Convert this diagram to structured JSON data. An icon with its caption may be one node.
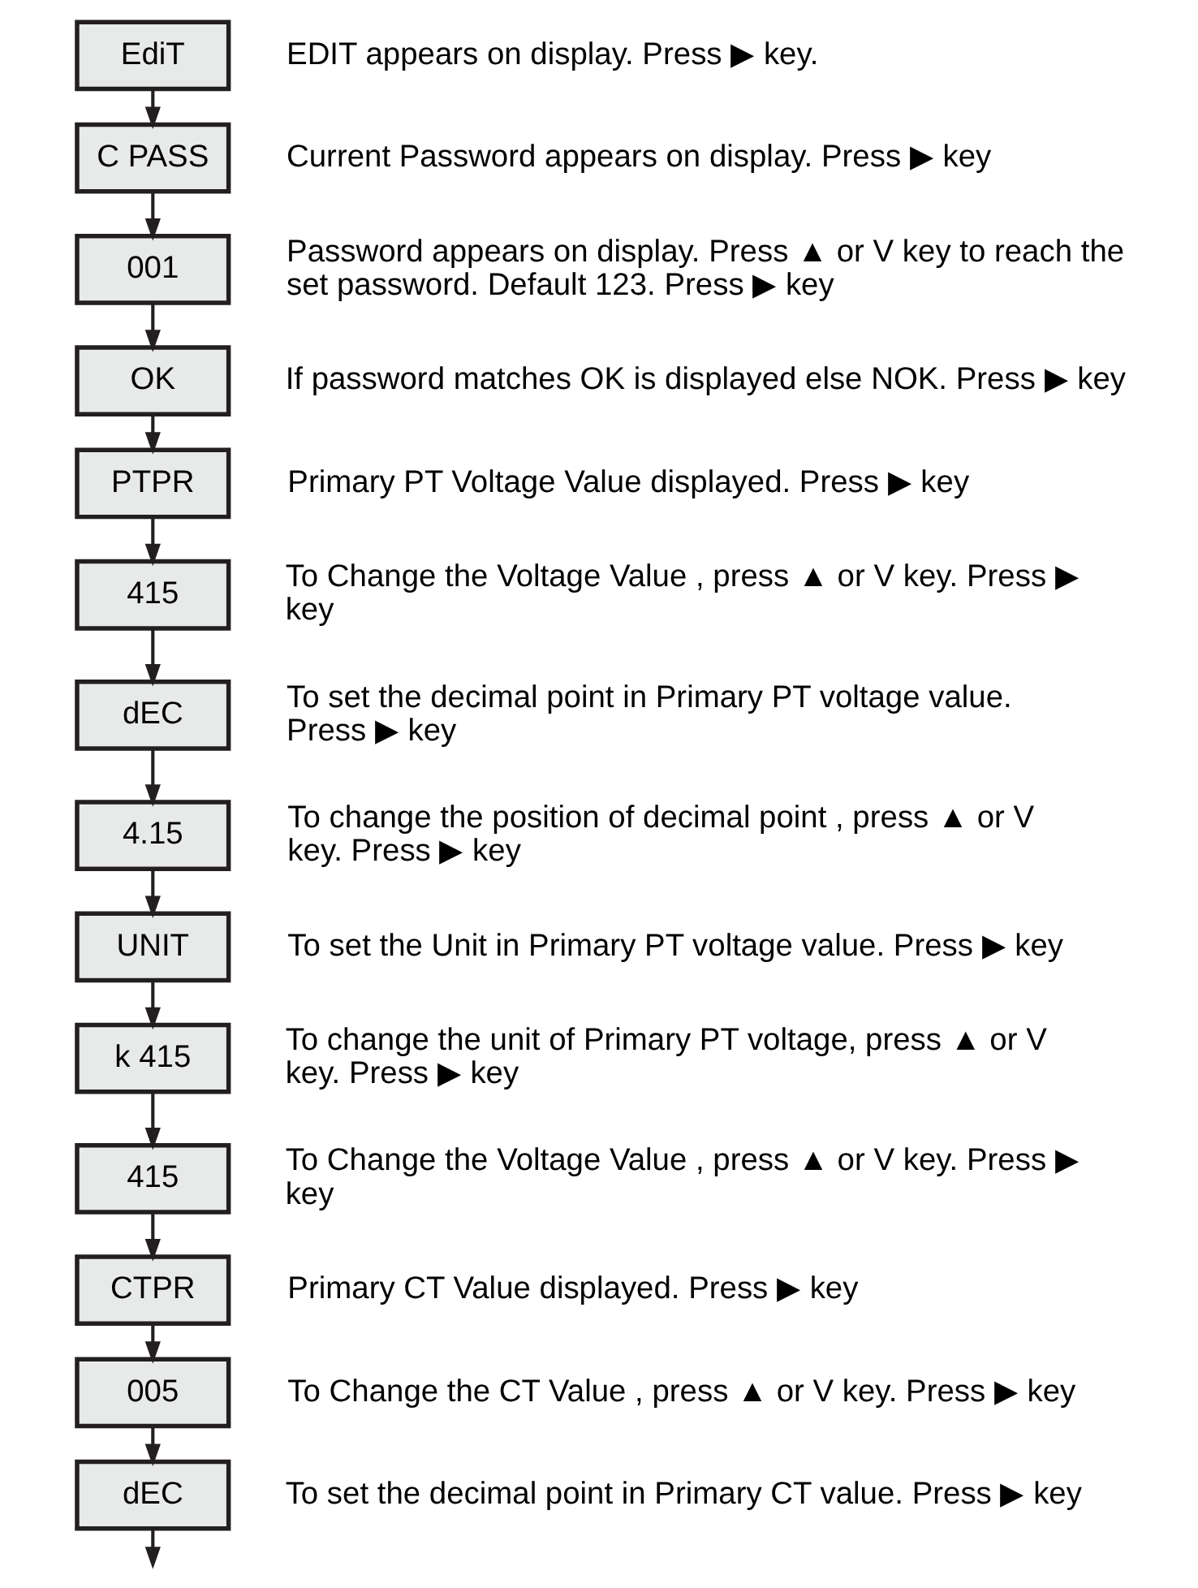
{
  "diagram": {
    "nodes": [
      {
        "text": [
          "EdiT"
        ],
        "beside": [
          "EDIT appears on display. Press ▶ key."
        ]
      },
      {
        "text": [
          "C PASS"
        ],
        "beside": [
          "Current Password appears on display. Press ▶ key"
        ]
      },
      {
        "text": [
          "001"
        ],
        "beside": [
          "Password appears on display. Press ▲ or V key to reach the set password. Default 123. Press ▶ key"
        ]
      },
      {
        "text": [
          "OK"
        ],
        "beside": [
          "If password matches OK is displayed else NOK. Press ▶ key"
        ]
      },
      {
        "text": [
          "PTPR"
        ],
        "beside": [
          "Primary PT Voltage Value displayed. Press ▶ key"
        ]
      },
      {
        "text": [
          "415"
        ],
        "beside": [
          "To Change the Voltage Value , press ▲ or V key. Press ▶ key"
        ]
      },
      {
        "text": [
          "dEC"
        ],
        "beside": [
          "To set the decimal point in Primary PT voltage value. Press ▶ key"
        ]
      },
      {
        "text": [
          "4.15"
        ],
        "beside": [
          "To change the position of decimal point , press ▲ or V key. Press ▶ key"
        ]
      },
      {
        "text": [
          "UNIT"
        ],
        "beside": [
          "To set the Unit in Primary PT voltage value. Press ▶ key"
        ]
      },
      {
        "text": [
          "k 415"
        ],
        "beside": [
          "To change the unit of Primary PT voltage, press ▲ or V key. Press ▶ key"
        ]
      },
      {
        "text": [
          "415"
        ],
        "beside": [
          "To Change the Voltage Value , press ▲ or V key. Press ▶ key"
        ]
      },
      {
        "text": [
          "CTPR"
        ],
        "beside": [
          "Primary CT Value displayed. Press ▶ key"
        ]
      },
      {
        "text": [
          "005"
        ],
        "beside": [
          "To Change the CT Value , press ▲ or V key. Press ▶ key"
        ]
      },
      {
        "text": [
          "dEC"
        ],
        "beside": [
          "To set the decimal point in Primary CT value. Press ▶ key"
        ]
      }
    ],
    "edges": [
      {
        "from": 0,
        "to": 1,
        "arrow": "to"
      },
      {
        "from": 1,
        "to": 2,
        "arrow": "to"
      },
      {
        "from": 2,
        "to": 3,
        "arrow": "to"
      },
      {
        "from": 3,
        "to": 4,
        "arrow": "to"
      },
      {
        "from": 4,
        "to": 5,
        "arrow": "to"
      },
      {
        "from": 5,
        "to": 6,
        "arrow": "to"
      },
      {
        "from": 6,
        "to": 7,
        "arrow": "to"
      },
      {
        "from": 7,
        "to": 8,
        "arrow": "to"
      },
      {
        "from": 8,
        "to": 9,
        "arrow": "to"
      },
      {
        "from": 9,
        "to": 10,
        "arrow": "to"
      },
      {
        "from": 10,
        "to": 11,
        "arrow": "to"
      },
      {
        "from": 11,
        "to": 12,
        "arrow": "to"
      },
      {
        "from": 12,
        "to": 13,
        "arrow": "to"
      },
      {
        "from": 13,
        "to": null,
        "arrow": "to"
      }
    ]
  }
}
